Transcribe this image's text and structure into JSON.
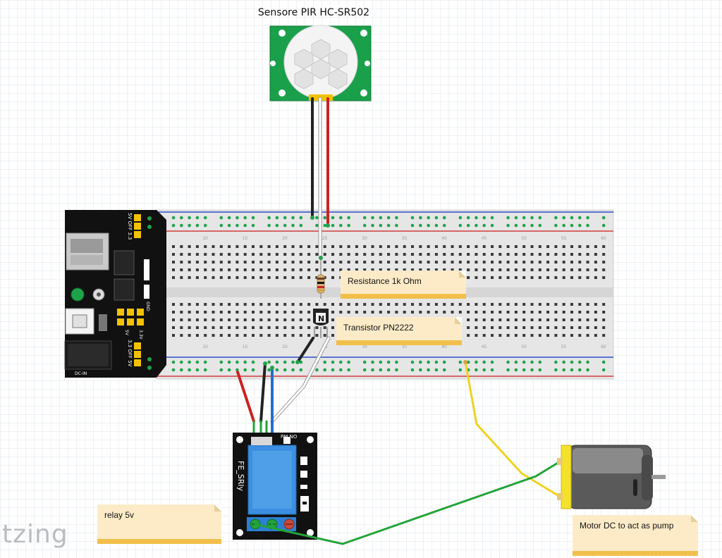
{
  "sensor": {
    "title": "Sensore PIR HC-SR502"
  },
  "notes": {
    "resistor": "Resistance 1k Ohm",
    "transistor": "Transistor PN2222",
    "relay": "relay 5v",
    "motor": "Motor DC to act as pump"
  },
  "breadboard": {
    "column_numbers": [
      "10",
      "15",
      "20",
      "25",
      "30",
      "35",
      "40",
      "45",
      "50",
      "55",
      "60"
    ]
  },
  "power_module": {
    "labels": {
      "off_top": "5V OFF 3.3",
      "gnd": "GND",
      "v33": "3.3V",
      "v5": "5V",
      "dc_in": "DC-IN",
      "off_bottom": "3.3 OFF 5V"
    }
  },
  "transistor": {
    "label": "N"
  },
  "relay_module": {
    "label": "FE_SRly",
    "pins": "PM NO"
  },
  "watermark": "itzing",
  "colors": {
    "wire_black": "#222222",
    "wire_red": "#cc2222",
    "wire_white": "#ffffff",
    "wire_blue": "#1f6fd0",
    "wire_green": "#23a33a",
    "wire_yellow": "#f0d21e",
    "relay_blue": "#3a8fe0",
    "pcb_black": "#111111",
    "pir_green": "#1aa04a",
    "note_bg": "#fdebc8",
    "note_strip": "#f1c04a"
  }
}
